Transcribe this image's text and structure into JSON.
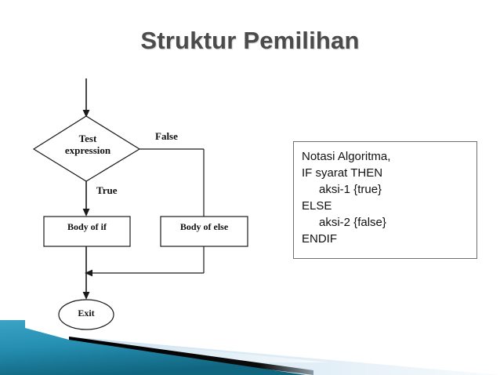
{
  "slide": {
    "title": "Struktur Pemilihan",
    "title_color": "#4b4b4b",
    "background_color": "#ffffff"
  },
  "flowchart": {
    "decision": {
      "line1": "Test",
      "line2": "expression",
      "text": "Test expression"
    },
    "branch_labels": {
      "false": "False",
      "true": "True"
    },
    "process_if": "Body of if",
    "process_else": "Body of else",
    "terminator": "Exit",
    "stroke_color": "#1a1a1a"
  },
  "notation": {
    "lines": [
      {
        "text": "Notasi Algoritma,",
        "indent": false
      },
      {
        "text": "IF syarat THEN",
        "indent": false
      },
      {
        "text": "aksi-1 {true}",
        "indent": true
      },
      {
        "text": "ELSE",
        "indent": false
      },
      {
        "text": "aksi-2 {false}",
        "indent": true
      },
      {
        "text": "ENDIF",
        "indent": false
      }
    ],
    "border_color": "#6d6d6d"
  },
  "decoration": {
    "teal_light": "#3ba3c4",
    "teal_dark": "#14718f",
    "teal_mid": "#1f8aab",
    "pale_blue": "#d7e8f2",
    "black_wedge": "#000000"
  }
}
